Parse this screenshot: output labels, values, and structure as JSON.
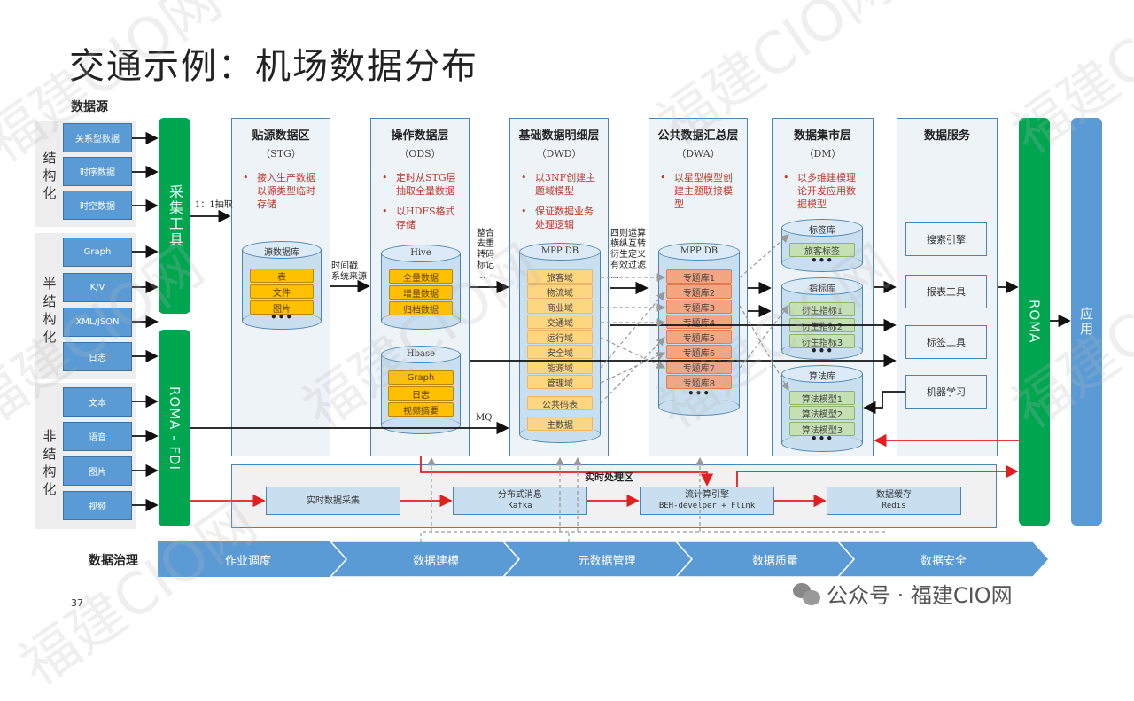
{
  "title": "交通示例：机场数据分布",
  "data_source_label": "数据源",
  "source_groups": [
    {
      "label": "结构化",
      "items": [
        "关系型数据",
        "时序数据",
        "时空数据"
      ]
    },
    {
      "label": "半结构化",
      "items": [
        "Graph",
        "K/V",
        "XML/JSON",
        "日志"
      ]
    },
    {
      "label": "非结构化",
      "items": [
        "文本",
        "语音",
        "图片",
        "视频"
      ]
    }
  ],
  "collect_tool": "采集工具",
  "roma_fdi": "ROMA - FDI",
  "roma": "ROMA",
  "application": "应用",
  "edge_labels": {
    "extract": "1：1抽取",
    "timestamp": "时间戳\n系统来源",
    "integrate": "整合\n去重\n转码\n标记\n…",
    "arith": "四则运算\n横纵互转\n衍生定义\n有效过滤\n…",
    "mq": "MQ"
  },
  "layers": [
    {
      "title": "贴源数据区",
      "code": "（STG）",
      "bullets": [
        "接入生产数据以源类型临时存储"
      ],
      "dbs": [
        {
          "name": "源数据库",
          "items": [
            "表",
            "文件",
            "图片"
          ],
          "more": "•••"
        }
      ]
    },
    {
      "title": "操作数据层",
      "code": "（ODS）",
      "bullets": [
        "定时从STG层抽取全量数据",
        "以HDFS格式存储"
      ],
      "dbs": [
        {
          "name": "Hive",
          "items": [
            "全量数据",
            "增量数据",
            "归档数据"
          ]
        },
        {
          "name": "Hbase",
          "items": [
            "Graph",
            "日志",
            "视频摘要"
          ]
        }
      ]
    },
    {
      "title": "基础数据明细层",
      "code": "（DWD）",
      "bullets": [
        "以3NF创建主题域模型",
        "保证数据业务处理逻辑"
      ],
      "dbs": [
        {
          "name": "MPP DB",
          "items": [
            "旅客域",
            "物流域",
            "商业域",
            "交通域",
            "运行域",
            "安全域",
            "能源域",
            "管理域",
            "公共码表",
            "主数据"
          ]
        }
      ]
    },
    {
      "title": "公共数据汇总层",
      "code": "（DWA）",
      "bullets": [
        "以星型模型创建主题联接模型"
      ],
      "dbs": [
        {
          "name": "MPP DB",
          "items": [
            "专题库1",
            "专题库2",
            "专题库3",
            "专题库4",
            "专题库5",
            "专题库6",
            "专题库7",
            "专题库8"
          ],
          "more": "•••"
        }
      ]
    },
    {
      "title": "数据集市层",
      "code": "（DM）",
      "bullets": [
        "以多维建模理论开发应用数据模型"
      ],
      "dbs": [
        {
          "name": "标签库",
          "items": [
            "旅客标签"
          ],
          "more": "•••"
        },
        {
          "name": "指标库",
          "items": [
            "衍生指标1",
            "衍生指标2",
            "衍生指标3"
          ],
          "more": "•••"
        },
        {
          "name": "算法库",
          "items": [
            "算法模型1",
            "算法模型2",
            "算法模型3"
          ],
          "more": "•••"
        }
      ]
    },
    {
      "title": "数据服务",
      "code": "",
      "bullets": [],
      "services": [
        "搜索引擎",
        "报表工具",
        "标签工具",
        "机器学习"
      ]
    }
  ],
  "realtime": {
    "title": "实时处理区",
    "steps": [
      {
        "name": "实时数据采集",
        "sub": ""
      },
      {
        "name": "分布式消息",
        "sub": "Kafka"
      },
      {
        "name": "流计算引擎",
        "sub": "BEH-develper + Flink"
      },
      {
        "name": "数据缓存",
        "sub": "Redis"
      }
    ]
  },
  "governance": {
    "label": "数据治理",
    "steps": [
      "作业调度",
      "数据建模",
      "元数据管理",
      "数据质量",
      "数据安全"
    ]
  },
  "page_number": "37",
  "footer": "公众号 · 福建CIO网",
  "watermark": "福建CIO网",
  "colors": {
    "green": "#00a550",
    "blue": "#5b9bd5",
    "gold": "#ffc000",
    "red": "#e02020"
  }
}
